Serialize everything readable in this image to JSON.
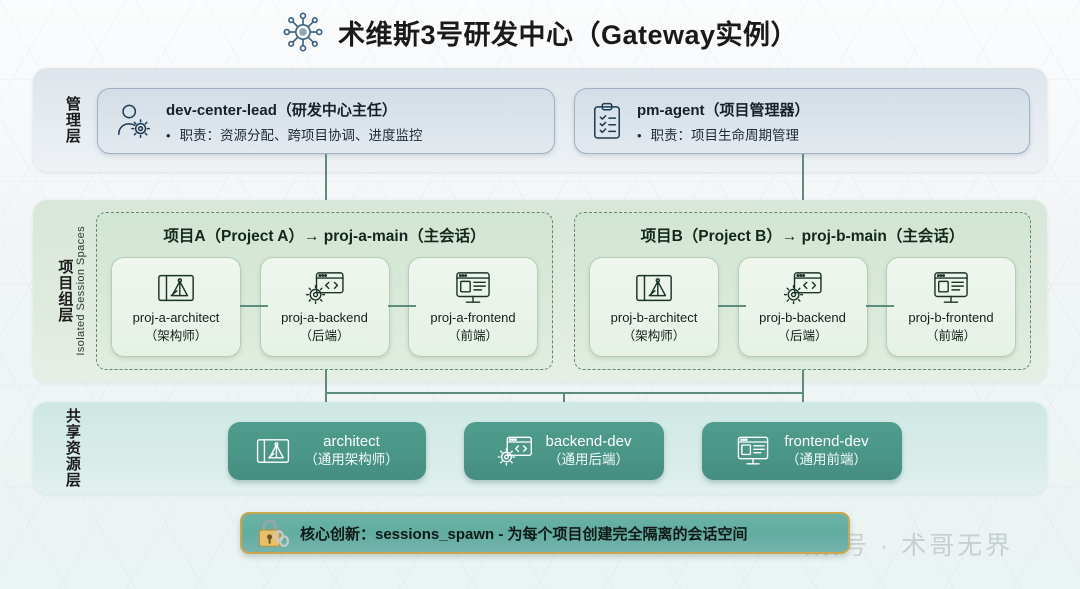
{
  "header": {
    "icon": "network-hub-icon",
    "title": "术维斯3号研发中心（Gateway实例）"
  },
  "layers": {
    "management": {
      "label": "管理层",
      "cards": [
        {
          "icon": "user-gear-icon",
          "title": "dev-center-lead（研发中心主任）",
          "desc": "职责：资源分配、跨项目协调、进度监控"
        },
        {
          "icon": "clipboard-check-icon",
          "title": "pm-agent（项目管理器）",
          "desc": "职责：项目生命周期管理"
        }
      ]
    },
    "project": {
      "label": "项目组层",
      "sublabel": "Isolated Session Spaces",
      "groups": [
        {
          "head": "项目A（Project A）→ proj-a-main（主会话）",
          "agents": [
            {
              "icon": "blueprint-icon",
              "name": "proj-a-architect",
              "role": "（架构师）"
            },
            {
              "icon": "code-gear-icon",
              "name": "proj-a-backend",
              "role": "（后端）"
            },
            {
              "icon": "monitor-layout-icon",
              "name": "proj-a-frontend",
              "role": "（前端）"
            }
          ]
        },
        {
          "head": "项目B（Project B）→ proj-b-main（主会话）",
          "agents": [
            {
              "icon": "blueprint-icon",
              "name": "proj-b-architect",
              "role": "（架构师）"
            },
            {
              "icon": "code-gear-icon",
              "name": "proj-b-backend",
              "role": "（后端）"
            },
            {
              "icon": "monitor-layout-icon",
              "name": "proj-b-frontend",
              "role": "（前端）"
            }
          ]
        }
      ]
    },
    "shared": {
      "label": "共享资源层",
      "pills": [
        {
          "icon": "blueprint-icon",
          "name": "architect",
          "role": "（通用架构师）"
        },
        {
          "icon": "code-gear-icon",
          "name": "backend-dev",
          "role": "（通用后端）"
        },
        {
          "icon": "monitor-layout-icon",
          "name": "frontend-dev",
          "role": "（通用前端）"
        }
      ]
    }
  },
  "banner": {
    "icon": "lock-chain-icon",
    "text": "核心创新：sessions_spawn - 为每个项目创建完全隔离的会话空间"
  },
  "watermark": "公众号 · 术哥无界",
  "colors": {
    "mgmt_band": "#dde5ec",
    "proj_band": "#d7e7da",
    "shared_band": "#cfe8e4",
    "pill": "#4a9687",
    "banner_border": "#c9a84e",
    "dash_border": "#5e8a72",
    "title_icon": "#3b5e7e"
  }
}
